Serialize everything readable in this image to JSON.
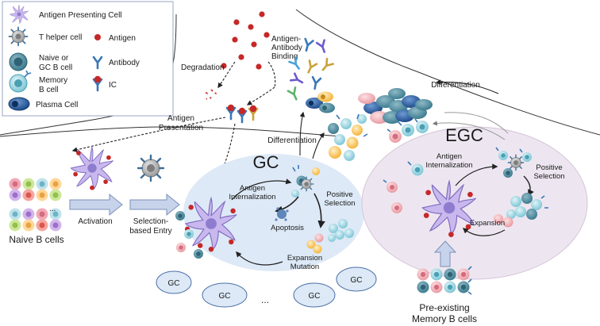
{
  "legend": {
    "items": [
      {
        "label": "Antigen Presenting Cell",
        "icon": "dendritic-cell-icon"
      },
      {
        "label": "T helper cell",
        "icon": "t-helper-cell-icon"
      },
      {
        "label": "Antigen",
        "icon": "antigen-dot-icon"
      },
      {
        "label_l1": "Naive or",
        "label_l2": "GC B cell",
        "icon": "naive-b-cell-icon"
      },
      {
        "label": "Antibody",
        "icon": "antibody-icon"
      },
      {
        "label_l1": "Memory",
        "label_l2": "B cell",
        "icon": "memory-b-cell-icon"
      },
      {
        "label": "IC",
        "icon": "immune-complex-icon"
      },
      {
        "label": "Plasma Cell",
        "icon": "plasma-cell-icon"
      }
    ]
  },
  "labels": {
    "degradation": "Degradation",
    "binding_l1": "Antigen-",
    "binding_l2": "Antibody",
    "binding_l3": "Binding",
    "presentation_l1": "Antigen",
    "presentation_l2": "Presentation",
    "differentiation_gc": "Differentiation",
    "differentiation_egc": "Differentiation",
    "gc_title": "GC",
    "egc_title": "EGC",
    "gc_internalization_l1": "Antigen",
    "gc_internalization_l2": "Internalization",
    "gc_positive_l1": "Positive",
    "gc_positive_l2": "Selection",
    "apoptosis": "Apoptosis",
    "expansion_mutation_l1": "Expansion",
    "expansion_mutation_l2": "Mutation",
    "activation": "Activation",
    "selection_entry_l1": "Selection-",
    "selection_entry_l2": "based Entry",
    "naive_b_cells": "Naive B cells",
    "ellipsis_naive": "...",
    "small_gcs": [
      "GC",
      "GC",
      "GC",
      "GC"
    ],
    "ellipsis_gc": "...",
    "egc_internalization_l1": "Antigen",
    "egc_internalization_l2": "Internalization",
    "egc_positive_l1": "Positive",
    "egc_positive_l2": "Selection",
    "egc_expansion": "Expansion",
    "preexisting_l1": "Pre-existing",
    "preexisting_l2": "Memory B cells"
  },
  "colors": {
    "gc_fill": "#dde9f6",
    "egc_fill": "#ede6f0",
    "antigen_red": "#c62828",
    "b_cell_teal": "#4d8fa3",
    "memory_cyan": "#8fd0de",
    "plasma_blue": "#1f4f8f",
    "apc_purple": "#9b8ad0"
  }
}
